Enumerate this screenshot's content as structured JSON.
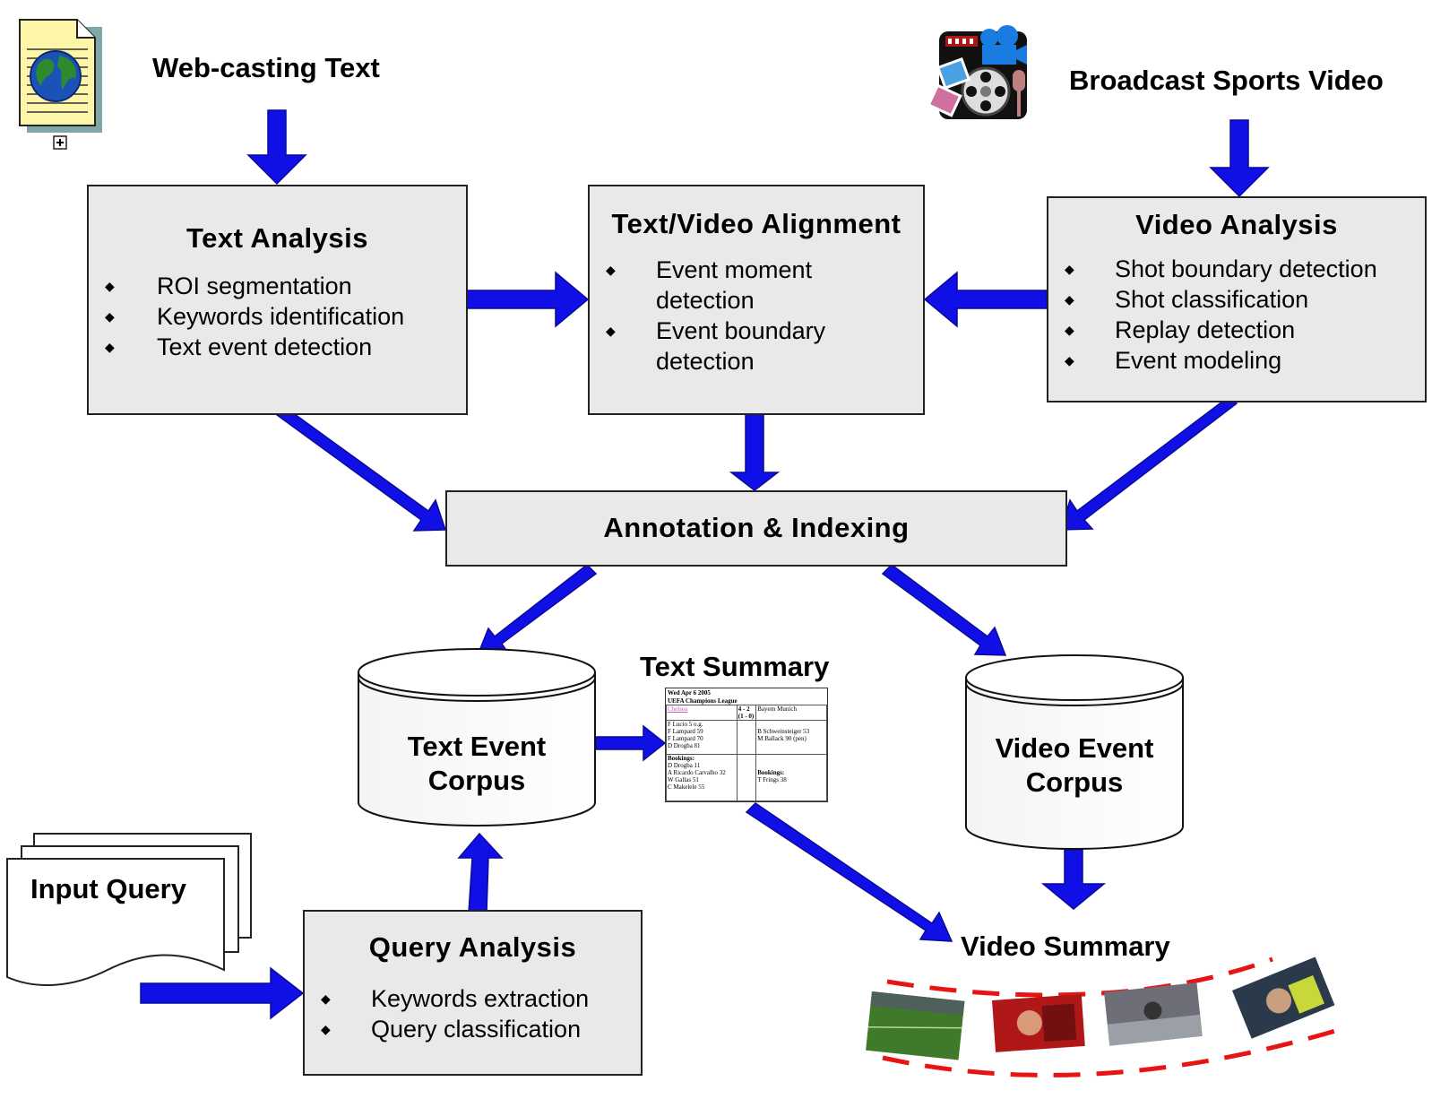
{
  "sources": {
    "web_text": "Web-casting Text",
    "broadcast_video": "Broadcast Sports Video"
  },
  "text_analysis": {
    "title": "Text Analysis",
    "items": [
      "ROI segmentation",
      "Keywords identification",
      "Text event detection"
    ]
  },
  "alignment": {
    "title": "Text/Video Alignment",
    "items": [
      "Event moment detection",
      "Event boundary detection"
    ]
  },
  "video_analysis": {
    "title": "Video Analysis",
    "items": [
      "Shot boundary detection",
      "Shot classification",
      "Replay detection",
      "Event modeling"
    ]
  },
  "annotation": {
    "title": "Annotation & Indexing"
  },
  "text_corpus": {
    "line1": "Text Event",
    "line2": "Corpus"
  },
  "video_corpus": {
    "line1": "Video Event",
    "line2": "Corpus"
  },
  "text_summary": {
    "label": "Text Summary",
    "doc": {
      "date": "Wed Apr 6 2005",
      "league": "UEFA Champions League",
      "home": "Chelsea",
      "score": "4 - 2",
      "halftime": "(1 - 0)",
      "away": "Bayern Munich",
      "home_goals": [
        "F Lucio 5 o.g.",
        "F Lampard 59",
        "F Lampard 70",
        "D Drogba 81"
      ],
      "away_goals": [
        "B Schweinsteiger 53",
        "M Ballack 90 (pen)"
      ],
      "bookings_label": "Bookings:",
      "home_bookings": [
        "D Drogba 11",
        "A Ricardo Carvalho 32",
        "W Gallas 51",
        "C Makelele 55"
      ],
      "away_bookings": [
        "T Frings 38"
      ]
    }
  },
  "input_query": {
    "label": "Input Query"
  },
  "query_analysis": {
    "title": "Query Analysis",
    "items": [
      "Keywords extraction",
      "Query classification"
    ]
  },
  "video_summary": {
    "label": "Video Summary"
  },
  "colors": {
    "arrow": "#1010e6",
    "box_fill": "#e9e9e9",
    "film_dash": "#e81414",
    "frame_field": "#3f7a2a",
    "frame_red": "#b01818",
    "frame_gray": "#6e6e78",
    "frame_dark": "#2a3a4a"
  },
  "icons": {
    "document": "globe-document-icon",
    "video": "film-camera-icon"
  }
}
